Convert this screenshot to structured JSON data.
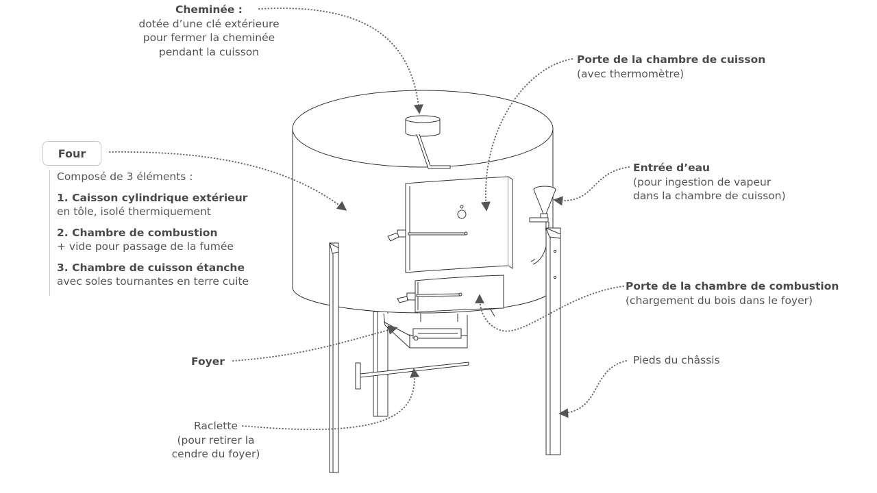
{
  "labels": {
    "cheminee": {
      "title": "Cheminée :",
      "lines": [
        "dotée d’une clé extérieure",
        "pour fermer la cheminée",
        "pendant la cuisson"
      ]
    },
    "porte_cuisson": {
      "title": "Porte de la chambre de cuisson",
      "sub": "(avec thermomètre)"
    },
    "four": {
      "title": "Four",
      "intro": "Composé de 3 éléments :",
      "items": [
        {
          "title": "1. Caisson cylindrique extérieur",
          "sub": "en tôle, isolé thermiquement"
        },
        {
          "title": "2. Chambre de combustion",
          "sub": "+ vide pour passage de la fumée"
        },
        {
          "title": "3. Chambre de cuisson étanche",
          "sub": "avec soles tournantes en terre cuite"
        }
      ]
    },
    "entree_eau": {
      "title": "Entrée d’eau",
      "lines": [
        "(pour ingestion de vapeur",
        "dans la chambre de cuisson)"
      ]
    },
    "porte_combustion": {
      "title": "Porte de la chambre de combustion",
      "sub": "(chargement du bois dans le foyer)"
    },
    "foyer": {
      "title": "Foyer"
    },
    "pieds": {
      "text": "Pieds du châssis"
    },
    "raclette": {
      "lines": [
        "Raclette",
        "(pour retirer la",
        "cendre du foyer)"
      ]
    }
  },
  "colors": {
    "text": "#555555",
    "heading": "#4a4a4a",
    "line": "#333333",
    "leader": "#666666",
    "box_border": "#c9c9c9"
  }
}
